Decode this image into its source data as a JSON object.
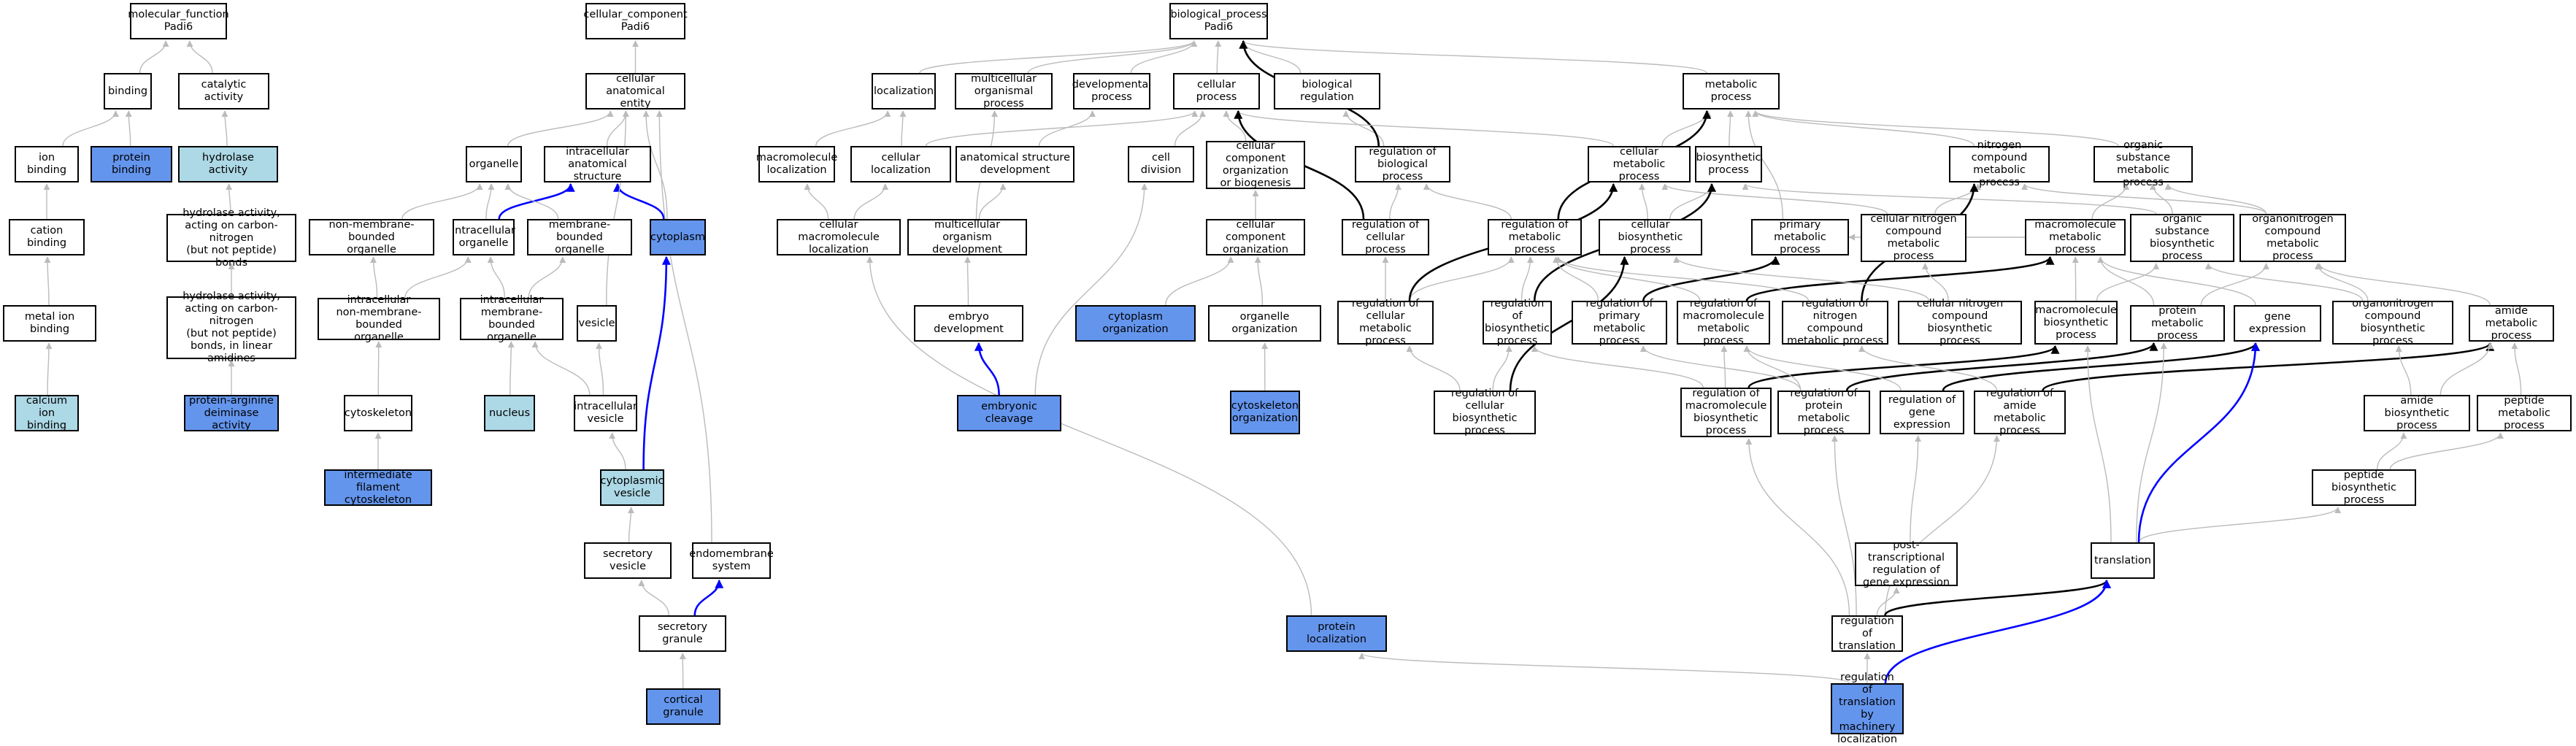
{
  "graph": {
    "colors": {
      "plain": "#ffffff",
      "light": "#add8e6",
      "blue": "#6495ed",
      "edge_gray": "#bbbbbb",
      "edge_black": "#000000",
      "edge_blue": "#0000ff"
    },
    "nodes": [
      {
        "id": "mf",
        "label": "molecular_function\nPadi6",
        "style": "plain"
      },
      {
        "id": "binding",
        "label": "binding",
        "style": "plain"
      },
      {
        "id": "catalytic",
        "label": "catalytic activity",
        "style": "plain"
      },
      {
        "id": "ionbind",
        "label": "ion binding",
        "style": "plain"
      },
      {
        "id": "protbind",
        "label": "protein binding",
        "style": "blue"
      },
      {
        "id": "hydrolase",
        "label": "hydrolase activity",
        "style": "light"
      },
      {
        "id": "cationbind",
        "label": "cation binding",
        "style": "plain"
      },
      {
        "id": "hydCN",
        "label": "hydrolase activity,\nacting on carbon-nitrogen\n(but not peptide)\nbonds",
        "style": "plain"
      },
      {
        "id": "metalbind",
        "label": "metal ion binding",
        "style": "plain"
      },
      {
        "id": "hydCNlin",
        "label": "hydrolase activity,\nacting on carbon-nitrogen\n(but not peptide)\nbonds, in linear\namidines",
        "style": "plain"
      },
      {
        "id": "calcium",
        "label": "calcium ion\nbinding",
        "style": "light"
      },
      {
        "id": "pad",
        "label": "protein-arginine\ndeiminase activity",
        "style": "blue"
      },
      {
        "id": "cc",
        "label": "cellular_component\nPadi6",
        "style": "plain"
      },
      {
        "id": "cae",
        "label": "cellular anatomical\nentity",
        "style": "plain"
      },
      {
        "id": "organelle",
        "label": "organelle",
        "style": "plain"
      },
      {
        "id": "ias",
        "label": "intracellular\nanatomical structure",
        "style": "plain"
      },
      {
        "id": "nmbo",
        "label": "non-membrane-bounded\norganelle",
        "style": "plain"
      },
      {
        "id": "io",
        "label": "intracellular\norganelle",
        "style": "plain"
      },
      {
        "id": "mbo",
        "label": "membrane-bounded\norganelle",
        "style": "plain"
      },
      {
        "id": "cytoplasm",
        "label": "cytoplasm",
        "style": "blue"
      },
      {
        "id": "inmbo",
        "label": "intracellular\nnon-membrane-bounded\norganelle",
        "style": "plain"
      },
      {
        "id": "imbo",
        "label": "intracellular\nmembrane-bounded\norganelle",
        "style": "plain"
      },
      {
        "id": "vesicle",
        "label": "vesicle",
        "style": "plain"
      },
      {
        "id": "cytoskeleton",
        "label": "cytoskeleton",
        "style": "plain"
      },
      {
        "id": "nucleus",
        "label": "nucleus",
        "style": "light"
      },
      {
        "id": "ivesicle",
        "label": "intracellular\nvesicle",
        "style": "plain"
      },
      {
        "id": "ifc",
        "label": "intermediate\nfilament cytoskeleton",
        "style": "blue"
      },
      {
        "id": "cvesicle",
        "label": "cytoplasmic\nvesicle",
        "style": "light"
      },
      {
        "id": "secves",
        "label": "secretory vesicle",
        "style": "plain"
      },
      {
        "id": "endomem",
        "label": "endomembrane\nsystem",
        "style": "plain"
      },
      {
        "id": "secgran",
        "label": "secretory granule",
        "style": "plain"
      },
      {
        "id": "cortgran",
        "label": "cortical granule",
        "style": "blue"
      },
      {
        "id": "bp",
        "label": "biological_process\nPadi6",
        "style": "plain"
      },
      {
        "id": "localization",
        "label": "localization",
        "style": "plain"
      },
      {
        "id": "multiorg",
        "label": "multicellular\norganismal process",
        "style": "plain"
      },
      {
        "id": "devproc",
        "label": "developmental\nprocess",
        "style": "plain"
      },
      {
        "id": "cellproc",
        "label": "cellular process",
        "style": "plain"
      },
      {
        "id": "bioreg",
        "label": "biological regulation",
        "style": "plain"
      },
      {
        "id": "metproc",
        "label": "metabolic process",
        "style": "plain"
      },
      {
        "id": "macroloc",
        "label": "macromolecule\nlocalization",
        "style": "plain"
      },
      {
        "id": "cellloc",
        "label": "cellular localization",
        "style": "plain"
      },
      {
        "id": "asd",
        "label": "anatomical structure\ndevelopment",
        "style": "plain"
      },
      {
        "id": "celldiv",
        "label": "cell division",
        "style": "plain"
      },
      {
        "id": "ccob",
        "label": "cellular component\norganization\nor biogenesis",
        "style": "plain"
      },
      {
        "id": "regbio",
        "label": "regulation of\nbiological process",
        "style": "plain"
      },
      {
        "id": "cellmet",
        "label": "cellular metabolic\nprocess",
        "style": "plain"
      },
      {
        "id": "biosyn",
        "label": "biosynthetic\nprocess",
        "style": "plain"
      },
      {
        "id": "ncmet",
        "label": "nitrogen compound\nmetabolic process",
        "style": "plain"
      },
      {
        "id": "osmet",
        "label": "organic substance\nmetabolic process",
        "style": "plain"
      },
      {
        "id": "cmloc",
        "label": "cellular macromolecule\nlocalization",
        "style": "plain"
      },
      {
        "id": "mod",
        "label": "multicellular\norganism development",
        "style": "plain"
      },
      {
        "id": "cco",
        "label": "cellular component\norganization",
        "style": "plain"
      },
      {
        "id": "regcell",
        "label": "regulation of\ncellular process",
        "style": "plain"
      },
      {
        "id": "regmet",
        "label": "regulation of\nmetabolic process",
        "style": "plain"
      },
      {
        "id": "cellbiosyn",
        "label": "cellular biosynthetic\nprocess",
        "style": "plain"
      },
      {
        "id": "primmet",
        "label": "primary metabolic\nprocess",
        "style": "plain"
      },
      {
        "id": "cncmet",
        "label": "cellular nitrogen\ncompound metabolic\nprocess",
        "style": "plain"
      },
      {
        "id": "macromet",
        "label": "macromolecule\nmetabolic process",
        "style": "plain"
      },
      {
        "id": "osbiosyn",
        "label": "organic substance\nbiosynthetic\nprocess",
        "style": "plain"
      },
      {
        "id": "oncmet",
        "label": "organonitrogen\ncompound metabolic\nprocess",
        "style": "plain"
      },
      {
        "id": "embdev",
        "label": "embryo development",
        "style": "plain"
      },
      {
        "id": "cytoorg",
        "label": "cytoplasm organization",
        "style": "blue"
      },
      {
        "id": "orgorg",
        "label": "organelle organization",
        "style": "plain"
      },
      {
        "id": "regcellmet",
        "label": "regulation of\ncellular metabolic\nprocess",
        "style": "plain"
      },
      {
        "id": "regbiosyn",
        "label": "regulation of\nbiosynthetic\nprocess",
        "style": "plain"
      },
      {
        "id": "regprim",
        "label": "regulation of\nprimary metabolic\nprocess",
        "style": "plain"
      },
      {
        "id": "regmacro",
        "label": "regulation of\nmacromolecule\nmetabolic process",
        "style": "plain"
      },
      {
        "id": "regncm",
        "label": "regulation of\nnitrogen compound\nmetabolic process",
        "style": "plain"
      },
      {
        "id": "cncbiosyn",
        "label": "cellular nitrogen\ncompound biosynthetic\nprocess",
        "style": "plain"
      },
      {
        "id": "macrobiosyn",
        "label": "macromolecule\nbiosynthetic\nprocess",
        "style": "plain"
      },
      {
        "id": "protmet",
        "label": "protein metabolic\nprocess",
        "style": "plain"
      },
      {
        "id": "geneexp",
        "label": "gene expression",
        "style": "plain"
      },
      {
        "id": "oncbiosyn",
        "label": "organonitrogen\ncompound biosynthetic\nprocess",
        "style": "plain"
      },
      {
        "id": "amidemet",
        "label": "amide metabolic\nprocess",
        "style": "plain"
      },
      {
        "id": "embcleav",
        "label": "embryonic cleavage",
        "style": "blue"
      },
      {
        "id": "cytoskorg",
        "label": "cytoskeleton\norganization",
        "style": "blue"
      },
      {
        "id": "regcellbio",
        "label": "regulation of\ncellular biosynthetic\nprocess",
        "style": "plain"
      },
      {
        "id": "regmacrobio",
        "label": "regulation of\nmacromolecule\nbiosynthetic\nprocess",
        "style": "plain"
      },
      {
        "id": "regprotmet",
        "label": "regulation of\nprotein metabolic\nprocess",
        "style": "plain"
      },
      {
        "id": "reggeneexp",
        "label": "regulation of\ngene expression",
        "style": "plain"
      },
      {
        "id": "regamide",
        "label": "regulation of\namide metabolic\nprocess",
        "style": "plain"
      },
      {
        "id": "amidebiosyn",
        "label": "amide biosynthetic\nprocess",
        "style": "plain"
      },
      {
        "id": "peptmet",
        "label": "peptide metabolic\nprocess",
        "style": "plain"
      },
      {
        "id": "peptbiosyn",
        "label": "peptide biosynthetic\nprocess",
        "style": "plain"
      },
      {
        "id": "ptrgexp",
        "label": "post-transcriptional\nregulation of\ngene expression",
        "style": "plain"
      },
      {
        "id": "translation",
        "label": "translation",
        "style": "plain"
      },
      {
        "id": "protloc",
        "label": "protein localization",
        "style": "blue"
      },
      {
        "id": "regtrans",
        "label": "regulation of\ntranslation",
        "style": "plain"
      },
      {
        "id": "regtransmach",
        "label": "regulation of\ntranslation\nby machinery\nlocalization",
        "style": "blue"
      }
    ],
    "edges": [
      [
        "binding",
        "mf",
        "g"
      ],
      [
        "catalytic",
        "mf",
        "g"
      ],
      [
        "ionbind",
        "binding",
        "g"
      ],
      [
        "protbind",
        "binding",
        "g"
      ],
      [
        "hydrolase",
        "catalytic",
        "g"
      ],
      [
        "cationbind",
        "ionbind",
        "g"
      ],
      [
        "hydCN",
        "hydrolase",
        "g"
      ],
      [
        "metalbind",
        "cationbind",
        "g"
      ],
      [
        "hydCNlin",
        "hydCN",
        "g"
      ],
      [
        "calcium",
        "metalbind",
        "g"
      ],
      [
        "pad",
        "hydCNlin",
        "g"
      ],
      [
        "cae",
        "cc",
        "g"
      ],
      [
        "organelle",
        "cae",
        "g"
      ],
      [
        "ias",
        "cae",
        "g"
      ],
      [
        "nmbo",
        "organelle",
        "g"
      ],
      [
        "io",
        "organelle",
        "g"
      ],
      [
        "io",
        "ias",
        "b"
      ],
      [
        "mbo",
        "organelle",
        "g"
      ],
      [
        "cytoplasm",
        "ias",
        "b"
      ],
      [
        "cytoplasm",
        "cae",
        "g"
      ],
      [
        "inmbo",
        "nmbo",
        "g"
      ],
      [
        "inmbo",
        "io",
        "g"
      ],
      [
        "imbo",
        "io",
        "g"
      ],
      [
        "imbo",
        "mbo",
        "g"
      ],
      [
        "vesicle",
        "cae",
        "g"
      ],
      [
        "cytoskeleton",
        "inmbo",
        "g"
      ],
      [
        "nucleus",
        "imbo",
        "g"
      ],
      [
        "ivesicle",
        "vesicle",
        "g"
      ],
      [
        "ivesicle",
        "imbo",
        "g"
      ],
      [
        "ifc",
        "cytoskeleton",
        "g"
      ],
      [
        "cvesicle",
        "ivesicle",
        "g"
      ],
      [
        "cvesicle",
        "cytoplasm",
        "b"
      ],
      [
        "secves",
        "cvesicle",
        "g"
      ],
      [
        "endomem",
        "cae",
        "g"
      ],
      [
        "secgran",
        "secves",
        "g"
      ],
      [
        "secgran",
        "endomem",
        "b"
      ],
      [
        "cortgran",
        "secgran",
        "g"
      ],
      [
        "localization",
        "bp",
        "g"
      ],
      [
        "multiorg",
        "bp",
        "g"
      ],
      [
        "devproc",
        "bp",
        "g"
      ],
      [
        "cellproc",
        "bp",
        "g"
      ],
      [
        "bioreg",
        "bp",
        "g"
      ],
      [
        "metproc",
        "bp",
        "g"
      ],
      [
        "macroloc",
        "localization",
        "g"
      ],
      [
        "cellloc",
        "localization",
        "g"
      ],
      [
        "cellloc",
        "cellproc",
        "g"
      ],
      [
        "asd",
        "devproc",
        "g"
      ],
      [
        "celldiv",
        "cellproc",
        "g"
      ],
      [
        "ccob",
        "cellproc",
        "g"
      ],
      [
        "regbio",
        "bioreg",
        "g"
      ],
      [
        "regbio",
        "bp",
        "k"
      ],
      [
        "cellmet",
        "metproc",
        "g"
      ],
      [
        "cellmet",
        "cellproc",
        "g"
      ],
      [
        "biosyn",
        "metproc",
        "g"
      ],
      [
        "ncmet",
        "metproc",
        "g"
      ],
      [
        "osmet",
        "metproc",
        "g"
      ],
      [
        "cmloc",
        "macroloc",
        "g"
      ],
      [
        "cmloc",
        "cellloc",
        "g"
      ],
      [
        "mod",
        "multiorg",
        "g"
      ],
      [
        "mod",
        "asd",
        "g"
      ],
      [
        "cco",
        "ccob",
        "g"
      ],
      [
        "regcell",
        "regbio",
        "g"
      ],
      [
        "regcell",
        "cellproc",
        "k"
      ],
      [
        "regmet",
        "regbio",
        "g"
      ],
      [
        "regmet",
        "metproc",
        "k"
      ],
      [
        "cellbiosyn",
        "biosyn",
        "g"
      ],
      [
        "cellbiosyn",
        "cellmet",
        "g"
      ],
      [
        "primmet",
        "metproc",
        "g"
      ],
      [
        "cncmet",
        "ncmet",
        "g"
      ],
      [
        "cncmet",
        "cellmet",
        "g"
      ],
      [
        "macromet",
        "primmet",
        "g"
      ],
      [
        "macromet",
        "osmet",
        "g"
      ],
      [
        "osbiosyn",
        "osmet",
        "g"
      ],
      [
        "osbiosyn",
        "biosyn",
        "g"
      ],
      [
        "oncmet",
        "ncmet",
        "g"
      ],
      [
        "oncmet",
        "osmet",
        "g"
      ],
      [
        "embdev",
        "mod",
        "g"
      ],
      [
        "cytoorg",
        "cco",
        "g"
      ],
      [
        "orgorg",
        "cco",
        "g"
      ],
      [
        "regcellmet",
        "regcell",
        "g"
      ],
      [
        "regcellmet",
        "regmet",
        "g"
      ],
      [
        "regcellmet",
        "cellmet",
        "k"
      ],
      [
        "regbiosyn",
        "regmet",
        "g"
      ],
      [
        "regbiosyn",
        "biosyn",
        "k"
      ],
      [
        "regprim",
        "regmet",
        "g"
      ],
      [
        "regprim",
        "primmet",
        "k"
      ],
      [
        "regmacro",
        "regmet",
        "g"
      ],
      [
        "regmacro",
        "macromet",
        "k"
      ],
      [
        "regncm",
        "regmet",
        "g"
      ],
      [
        "regncm",
        "ncmet",
        "k"
      ],
      [
        "cncbiosyn",
        "cncmet",
        "g"
      ],
      [
        "cncbiosyn",
        "cellbiosyn",
        "g"
      ],
      [
        "macrobiosyn",
        "macromet",
        "g"
      ],
      [
        "macrobiosyn",
        "osbiosyn",
        "g"
      ],
      [
        "protmet",
        "macromet",
        "g"
      ],
      [
        "protmet",
        "oncmet",
        "g"
      ],
      [
        "geneexp",
        "macromet",
        "g"
      ],
      [
        "oncbiosyn",
        "oncmet",
        "g"
      ],
      [
        "oncbiosyn",
        "osbiosyn",
        "g"
      ],
      [
        "amidemet",
        "oncmet",
        "g"
      ],
      [
        "embcleav",
        "embdev",
        "b"
      ],
      [
        "embcleav",
        "celldiv",
        "g"
      ],
      [
        "cytoskorg",
        "orgorg",
        "g"
      ],
      [
        "regcellbio",
        "regcellmet",
        "g"
      ],
      [
        "regcellbio",
        "regbiosyn",
        "g"
      ],
      [
        "regcellbio",
        "cellbiosyn",
        "k"
      ],
      [
        "regmacrobio",
        "regmacro",
        "g"
      ],
      [
        "regmacrobio",
        "regbiosyn",
        "g"
      ],
      [
        "regmacrobio",
        "macrobiosyn",
        "k"
      ],
      [
        "regprotmet",
        "regprim",
        "g"
      ],
      [
        "regprotmet",
        "regmacro",
        "g"
      ],
      [
        "regprotmet",
        "protmet",
        "k"
      ],
      [
        "reggeneexp",
        "regmacro",
        "g"
      ],
      [
        "reggeneexp",
        "geneexp",
        "k"
      ],
      [
        "regamide",
        "regncm",
        "g"
      ],
      [
        "regamide",
        "amidemet",
        "k"
      ],
      [
        "amidebiosyn",
        "amidemet",
        "g"
      ],
      [
        "amidebiosyn",
        "oncbiosyn",
        "g"
      ],
      [
        "peptmet",
        "amidemet",
        "g"
      ],
      [
        "peptbiosyn",
        "peptmet",
        "g"
      ],
      [
        "peptbiosyn",
        "amidebiosyn",
        "g"
      ],
      [
        "ptrgexp",
        "reggeneexp",
        "g"
      ],
      [
        "translation",
        "peptbiosyn",
        "g"
      ],
      [
        "translation",
        "macrobiosyn",
        "g"
      ],
      [
        "translation",
        "protmet",
        "g"
      ],
      [
        "translation",
        "geneexp",
        "b"
      ],
      [
        "protloc",
        "cmloc",
        "g"
      ],
      [
        "regtrans",
        "ptrgexp",
        "g"
      ],
      [
        "regtrans",
        "regprotmet",
        "g"
      ],
      [
        "regtrans",
        "regmacrobio",
        "g"
      ],
      [
        "regtrans",
        "regamide",
        "g"
      ],
      [
        "regtrans",
        "translation",
        "k"
      ],
      [
        "regtransmach",
        "regtrans",
        "g"
      ],
      [
        "regtransmach",
        "protloc",
        "g"
      ],
      [
        "regtransmach",
        "translation",
        "b"
      ]
    ]
  }
}
